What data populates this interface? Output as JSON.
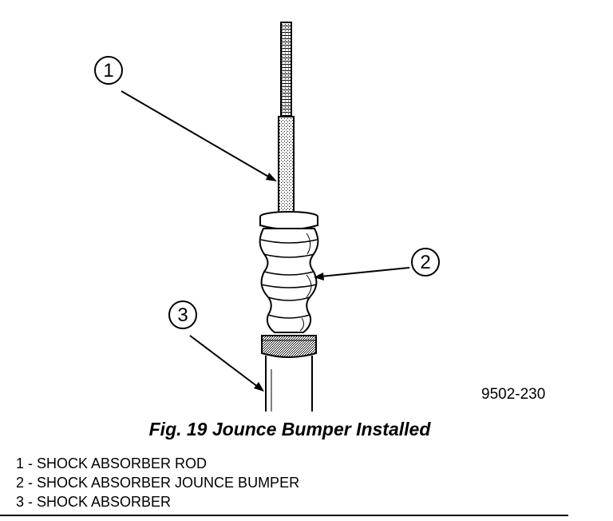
{
  "figure": {
    "number_code": "9502-230",
    "caption": "Fig. 19 Jounce Bumper Installed",
    "callouts": [
      {
        "id": "1",
        "label": "1"
      },
      {
        "id": "2",
        "label": "2"
      },
      {
        "id": "3",
        "label": "3"
      }
    ],
    "legend": [
      {
        "text": "1 - SHOCK ABSORBER ROD"
      },
      {
        "text": "2 - SHOCK ABSORBER JOUNCE BUMPER"
      },
      {
        "text": "3 - SHOCK ABSORBER"
      }
    ]
  }
}
